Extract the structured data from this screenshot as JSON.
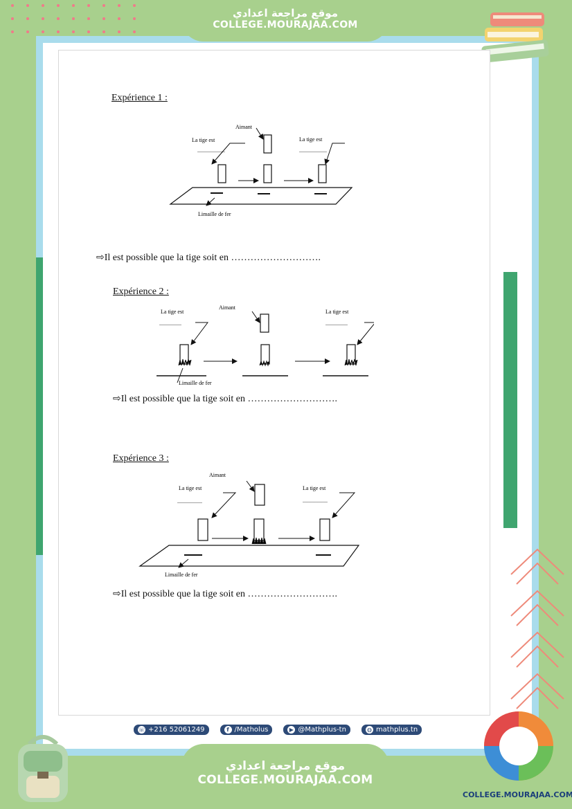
{
  "header": {
    "arabic": "موقع مراجعة اعدادي",
    "url": "COLLEGE.MOURAJAA.COM"
  },
  "footer": {
    "arabic": "موقع مراجعة اعدادي",
    "url": "COLLEGE.MOURAJAA.COM",
    "logo_text": "COLLEGE.MOURAJAA.COM"
  },
  "socials": [
    {
      "icon": "whatsapp-icon",
      "label": "+216 52061249"
    },
    {
      "icon": "facebook-icon",
      "label": "/Matholus"
    },
    {
      "icon": "youtube-icon",
      "label": "@Mathplus-tn"
    },
    {
      "icon": "globe-icon",
      "label": "mathplus.tn"
    }
  ],
  "experiences": [
    {
      "heading": "Expérience 1 :",
      "labels": {
        "magnet": "Aimant",
        "rod_left": "La tige est",
        "rod_right": "La tige  est",
        "blank": "....................",
        "filings": "Limaille de fer"
      },
      "conclusion": "Il est possible que la tige soit en ………………………."
    },
    {
      "heading": "Expérience 2 :",
      "labels": {
        "magnet": "Aimant",
        "rod_left": "La tige est",
        "rod_right": "La tige est",
        "blank": "................",
        "filings": "Limaille de fer"
      },
      "conclusion": "Il est possible que la tige soit en ………………………."
    },
    {
      "heading": "Expérience 3 :",
      "labels": {
        "magnet": "Aimant",
        "rod_left": "La tige est",
        "rod_right": "La tige est",
        "blank": "..................",
        "filings": "Limaille de fer"
      },
      "conclusion": "Il est possible que la tige soit en ………………………."
    }
  ],
  "arrow_glyph": "⇨"
}
